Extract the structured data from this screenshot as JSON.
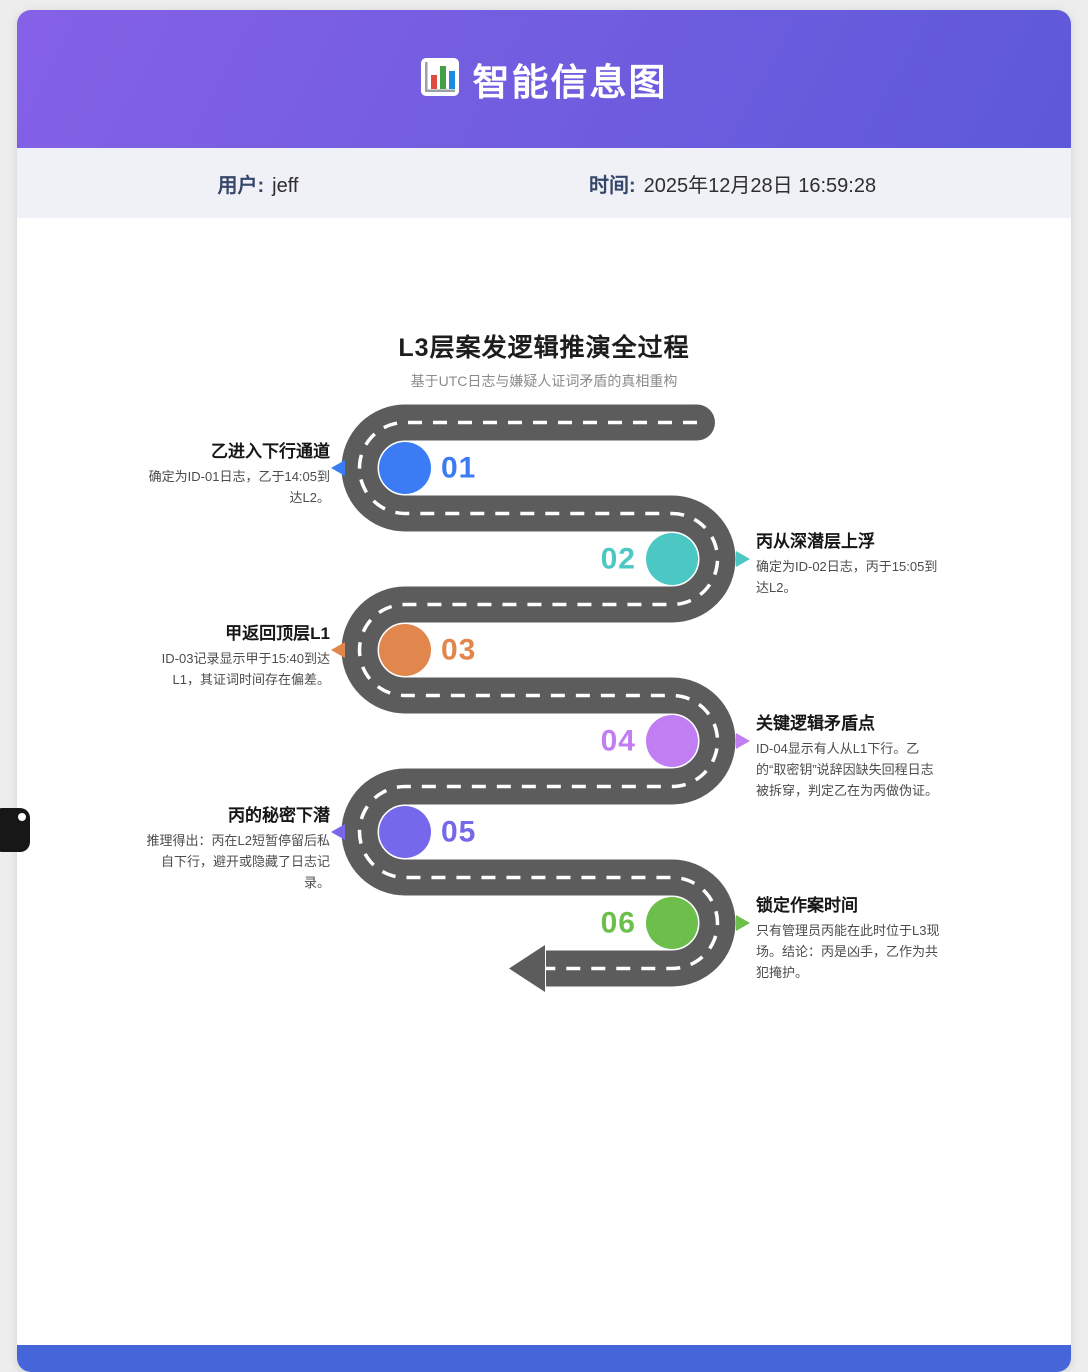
{
  "page": {
    "background": "#ededed"
  },
  "header": {
    "title": "智能信息图",
    "icon": "bar-chart-icon",
    "gradient_start": "#8561e6",
    "gradient_end": "#5d59d9"
  },
  "meta": {
    "user_label": "用户:",
    "user_value": "jeff",
    "time_label": "时间:",
    "time_value": "2025年12月28日 16:59:28"
  },
  "infographic": {
    "title": "L3层案发逻辑推演全过程",
    "subtitle": "基于UTC日志与嫌疑人证词矛盾的真相重构",
    "road_color": "#5c5c5c",
    "steps": [
      {
        "number": "01",
        "side": "left",
        "color": "#3b7cf5",
        "title": "乙进入下行通道",
        "description": "确定为ID-01日志，乙于14:05到达L2。"
      },
      {
        "number": "02",
        "side": "right",
        "color": "#4cc8c4",
        "title": "丙从深潜层上浮",
        "description": "确定为ID-02日志，丙于15:05到达L2。"
      },
      {
        "number": "03",
        "side": "left",
        "color": "#e1874d",
        "title": "甲返回顶层L1",
        "description": "ID-03记录显示甲于15:40到达L1，其证词时间存在偏差。"
      },
      {
        "number": "04",
        "side": "right",
        "color": "#c17ef2",
        "title": "关键逻辑矛盾点",
        "description": "ID-04显示有人从L1下行。乙的“取密钥”说辞因缺失回程日志被拆穿，判定乙在为丙做伪证。"
      },
      {
        "number": "05",
        "side": "left",
        "color": "#7668ea",
        "title": "丙的秘密下潜",
        "description": "推理得出：丙在L2短暂停留后私自下行，避开或隐藏了日志记录。"
      },
      {
        "number": "06",
        "side": "right",
        "color": "#6dbf4b",
        "title": "锁定作案时间",
        "description": "只有管理员丙能在此时位于L3现场。结论：丙是凶手，乙作为共犯掩护。"
      }
    ]
  },
  "footer": {
    "bar_color": "#4565d8"
  }
}
